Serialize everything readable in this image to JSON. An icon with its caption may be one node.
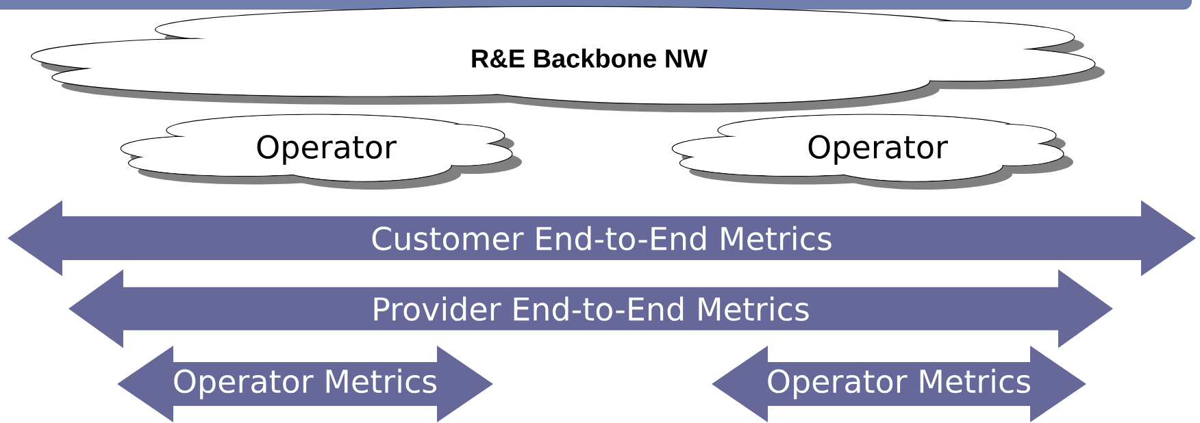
{
  "diagram": {
    "nodes": [
      {
        "text": [
          "R&E Backbone NW"
        ]
      },
      {
        "text": [
          "Operator"
        ]
      },
      {
        "text": [
          "Operator"
        ]
      },
      {
        "text": [
          "Customer End-to-End Metrics"
        ]
      },
      {
        "text": [
          "Provider End-to-End Metrics"
        ]
      },
      {
        "text": [
          "Operator Metrics"
        ]
      },
      {
        "text": [
          "Operator Metrics"
        ]
      }
    ]
  }
}
